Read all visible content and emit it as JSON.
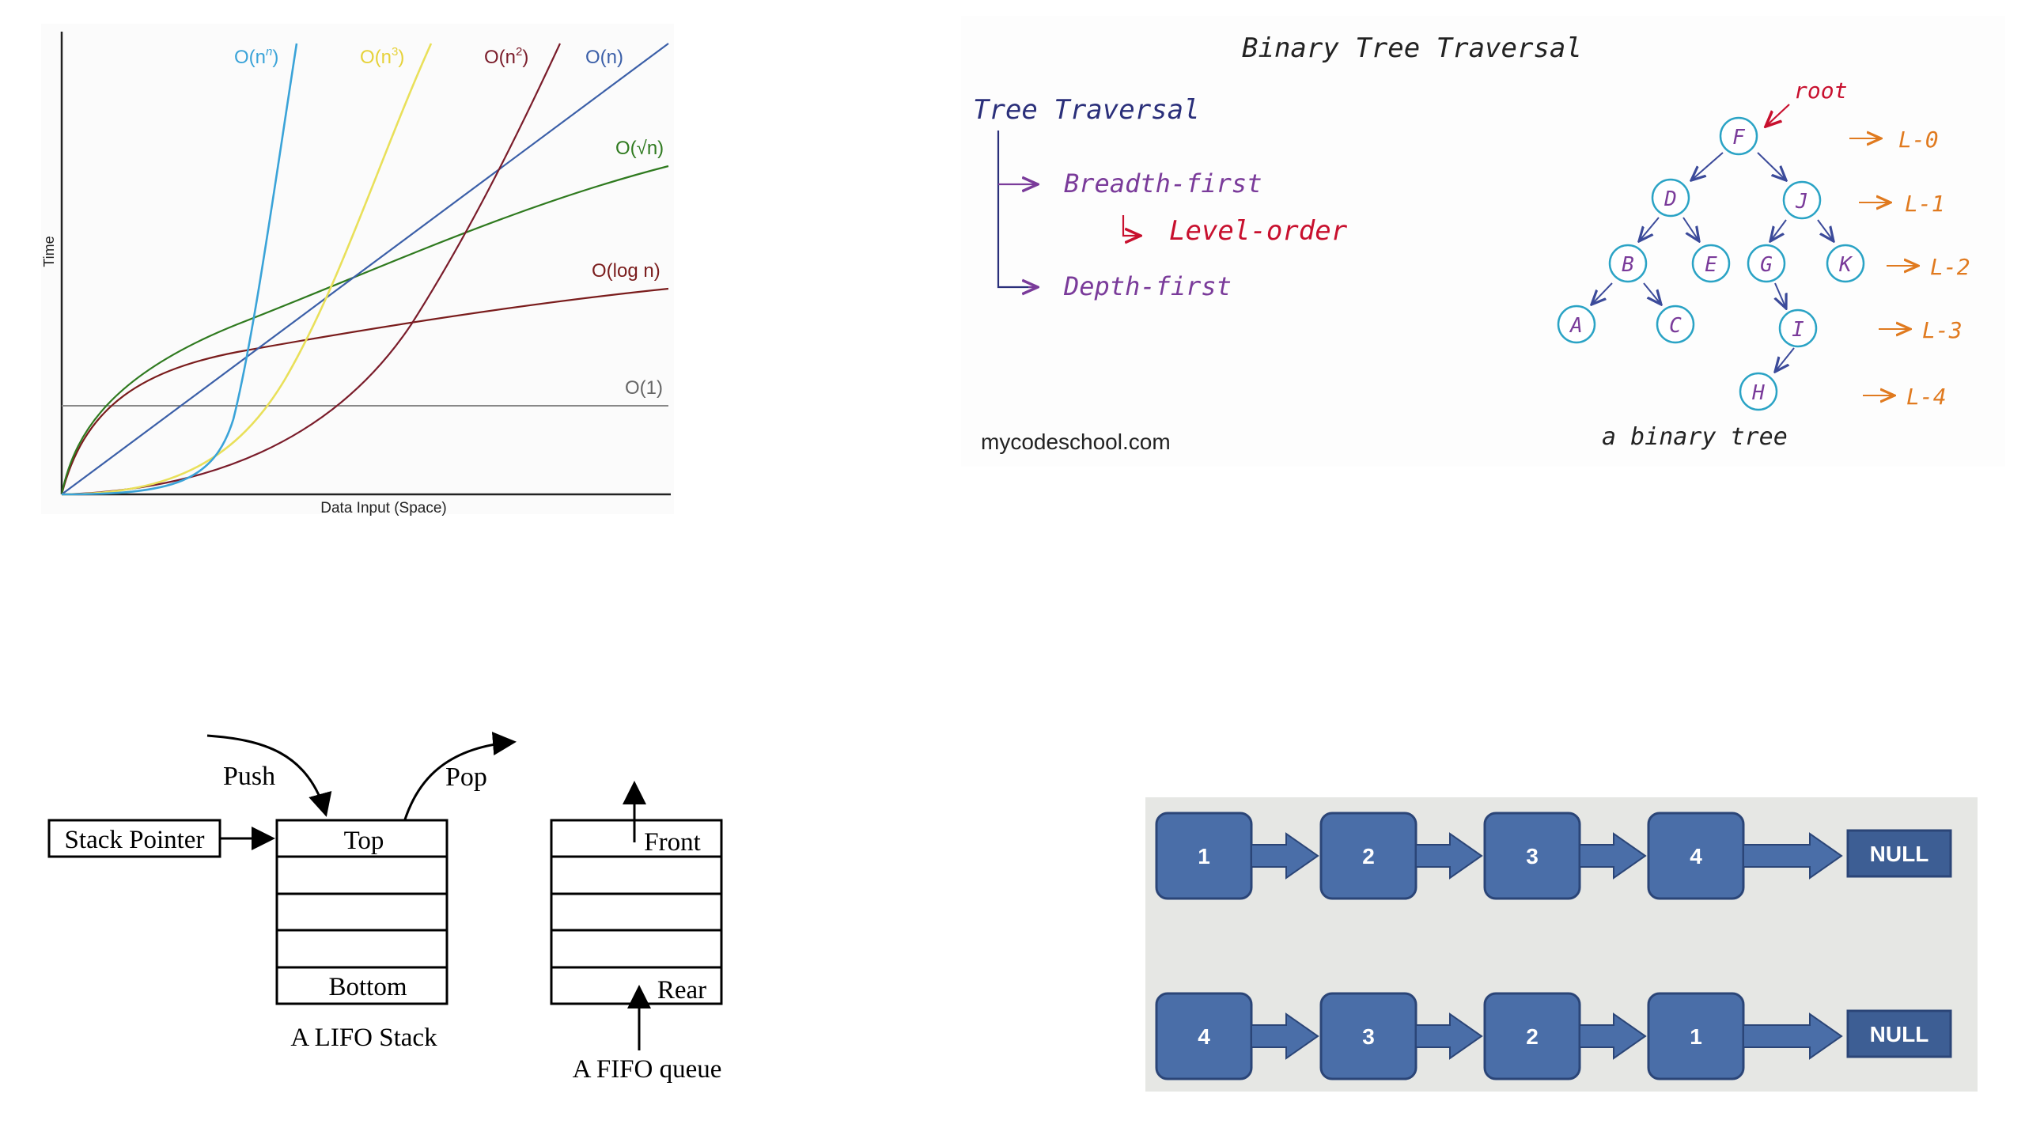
{
  "complexity_chart": {
    "ylabel": "Time",
    "xlabel": "Data Input (Space)",
    "curves": [
      {
        "label": "O(n",
        "sup": "n",
        "close": ")",
        "color": "#3aa3d8"
      },
      {
        "label": "O(n",
        "sup": "3",
        "close": ")",
        "color": "#e9e05a"
      },
      {
        "label": "O(n",
        "sup": "2",
        "close": ")",
        "color": "#7a1c2a"
      },
      {
        "label": "O(n)",
        "color": "#3b5fa8"
      },
      {
        "label": "O(√n)",
        "color": "#2f7a1f"
      },
      {
        "label": "O(log n)",
        "color": "#7a1c1c"
      },
      {
        "label": "O(1)",
        "color": "#888888"
      }
    ]
  },
  "binary_tree": {
    "title": "Binary Tree Traversal",
    "heading": "Tree Traversal",
    "breadth": "Breadth-first",
    "level_order": "Level-order",
    "depth": "Depth-first",
    "watermark": "mycodeschool.com",
    "root_label": "root",
    "caption": "a binary tree",
    "nodes": [
      "F",
      "D",
      "J",
      "B",
      "E",
      "G",
      "K",
      "A",
      "C",
      "I",
      "H"
    ],
    "levels": [
      "L-0",
      "L-1",
      "L-2",
      "L-3",
      "L-4"
    ],
    "colors": {
      "node": "#2aa3c5",
      "purple": "#7a3b9a",
      "navy": "#2a2f7a",
      "orange": "#e07a1f",
      "red": "#c8102e"
    }
  },
  "stack_queue": {
    "push": "Push",
    "pop": "Pop",
    "stack_pointer": "Stack Pointer",
    "top": "Top",
    "bottom": "Bottom",
    "stack_caption": "A LIFO Stack",
    "front": "Front",
    "rear": "Rear",
    "queue_caption": "A FIFO queue"
  },
  "linked_list": {
    "rows": [
      {
        "nodes": [
          "1",
          "2",
          "3",
          "4"
        ],
        "end": "NULL"
      },
      {
        "nodes": [
          "4",
          "3",
          "2",
          "1"
        ],
        "end": "NULL"
      }
    ],
    "colors": {
      "node": "#4a6ea8",
      "border": "#2b4577",
      "null_fill": "#3d5e94",
      "background": "#e6e7e4"
    }
  }
}
